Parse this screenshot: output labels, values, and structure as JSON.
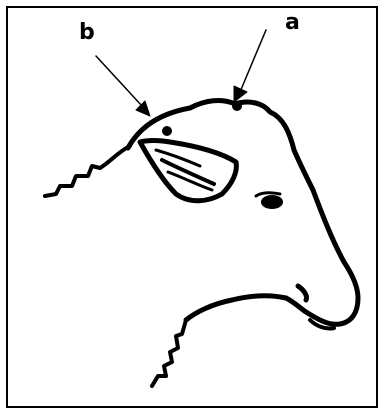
{
  "figure": {
    "subject": "sheep-head",
    "labels": {
      "a": "a",
      "b": "b"
    },
    "colors": {
      "ink": "#000000",
      "background": "#ffffff"
    }
  }
}
